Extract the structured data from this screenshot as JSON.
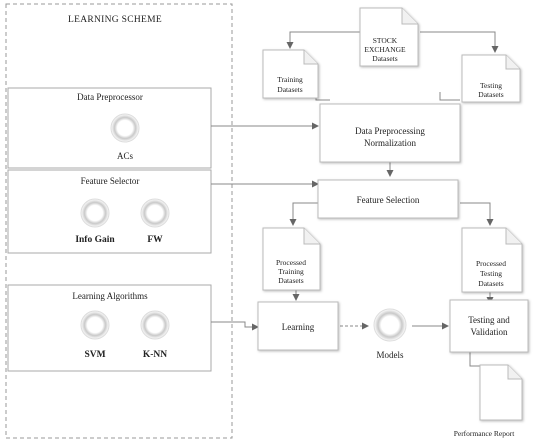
{
  "learning_scheme": {
    "title": "LEARNING SCHEME",
    "data_preprocessor": {
      "title": "Data Preprocessor",
      "items": [
        "ACs"
      ]
    },
    "feature_selector": {
      "title": "Feature Selector",
      "items": [
        "Info Gain",
        "FW"
      ]
    },
    "learning_algorithms": {
      "title": "Learning Algorithms",
      "items": [
        "SVM",
        "K-NN"
      ]
    }
  },
  "flow": {
    "stock_datasets": [
      "STOCK",
      "EXCHANGE",
      "Datasets"
    ],
    "training_datasets": [
      "Training",
      "Datasets"
    ],
    "testing_datasets": [
      "Testing",
      "Datasets"
    ],
    "data_preprocessing": [
      "Data Preprocessing",
      "Normalization"
    ],
    "feature_selection": "Feature Selection",
    "processed_training": [
      "Processed",
      "Training",
      "Datasets"
    ],
    "processed_testing": [
      "Processed",
      "Testing",
      "Datasets"
    ],
    "learning": "Learning",
    "models": "Models",
    "testing_validation": [
      "Testing and",
      "Validation"
    ],
    "performance_report": "Performance Report"
  }
}
